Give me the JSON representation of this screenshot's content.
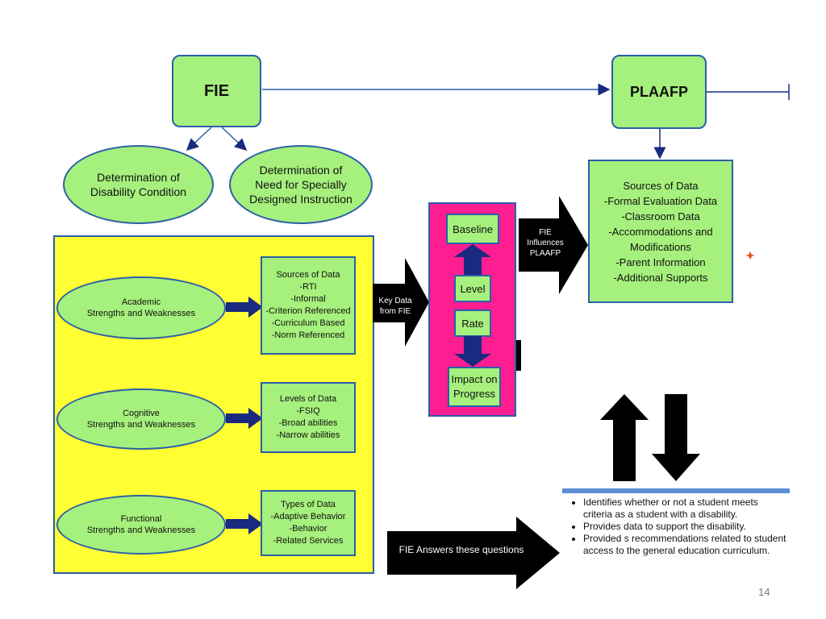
{
  "top": {
    "fie": "FIE",
    "plaafp": "PLAAFP",
    "determination_disability": [
      "Determination of",
      "Disability Condition"
    ],
    "determination_need": [
      "Determination of",
      "Need for Specially",
      "Designed Instruction"
    ]
  },
  "sources_right": {
    "title": "Sources of Data",
    "items": [
      "-Formal Evaluation Data",
      "-Classroom Data",
      "-Accommodations and",
      "Modifications",
      "-Parent Information",
      "-Additional Supports"
    ]
  },
  "yellow_panel": {
    "academic": {
      "label": [
        "Academic",
        "Strengths and Weaknesses"
      ],
      "data": [
        "Sources of Data",
        "-RTI",
        "-Informal",
        "-Criterion Referenced",
        "-Curriculum Based",
        "-Norm Referenced"
      ]
    },
    "cognitive": {
      "label": [
        "Cognitive",
        "Strengths and Weaknesses"
      ],
      "data": [
        "Levels of Data",
        "-FSIQ",
        "-Broad abilities",
        "-Narrow abilities"
      ]
    },
    "functional": {
      "label": [
        "Functional",
        "Strengths and Weaknesses"
      ],
      "data": [
        "Types of Data",
        "-Adaptive Behavior",
        "-Behavior",
        "-Related Services"
      ]
    }
  },
  "arrows": {
    "key_data": [
      "Key Data",
      "from FIE"
    ],
    "fie_influences": [
      "FIE",
      "Influences",
      "PLAAFP"
    ],
    "fie_answers": "FIE Answers these questions"
  },
  "pink_panel": {
    "baseline": "Baseline",
    "level": "Level",
    "rate": "Rate",
    "impact": [
      "Impact on",
      "Progress"
    ]
  },
  "bullets": [
    "Identifies whether or not a student meets criteria as  a student with a disability.",
    "Provides data to support the disability.",
    "Provided s recommendations  related to student access  to the general education curriculum."
  ],
  "page_number": "14",
  "colors": {
    "green": "#a6f07d",
    "border": "#2b5fa8",
    "yellow": "#ffff33",
    "pink": "#ff1e92",
    "navy": "#1a2a80"
  }
}
